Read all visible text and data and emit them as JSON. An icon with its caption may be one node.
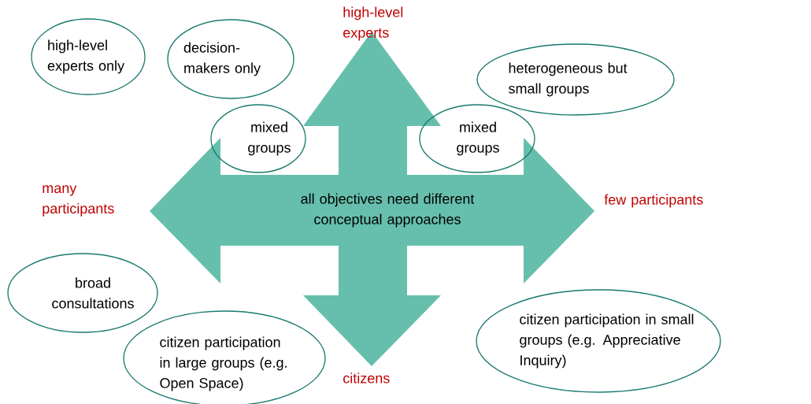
{
  "diagram": {
    "nodes": [
      {
        "text": [
          "high-level experts only"
        ]
      },
      {
        "text": [
          "decision-makers only"
        ]
      },
      {
        "text": [
          "heterogeneous but small groups"
        ]
      },
      {
        "text": [
          "mixed groups"
        ]
      },
      {
        "text": [
          "mixed groups"
        ]
      },
      {
        "text": [
          "all objectives need different conceptual approaches"
        ]
      },
      {
        "text": [
          "broad consultations"
        ]
      },
      {
        "text": [
          "citizen participation in large groups (e.g. Open Space)"
        ]
      },
      {
        "text": [
          "citizen participation in small groups (e.g. Appreciative Inquiry)"
        ]
      }
    ],
    "labels": [
      "high-level experts",
      "many participants",
      "few participants",
      "citizens"
    ]
  }
}
